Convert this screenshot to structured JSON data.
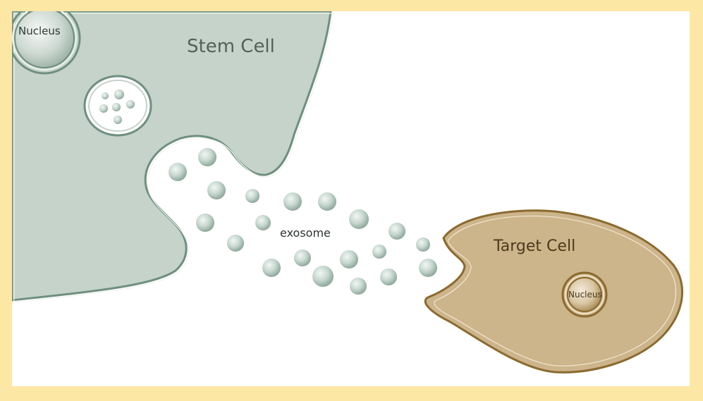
{
  "diagram": {
    "stem_cell": {
      "label": "Stem Cell",
      "nucleus_label": "Nucleus"
    },
    "target_cell": {
      "label": "Target Cell",
      "nucleus_label": "Nucleus"
    },
    "exosome_label": "exosome"
  },
  "colors": {
    "frame": "#fde7a4",
    "stem_cell_fill": "#c5d3ca",
    "stem_cell_outline": "#6f8f7f",
    "target_cell_fill": "#ccb48b",
    "target_cell_outline": "#8b6a2e",
    "exosome": "#b9cdc4"
  }
}
